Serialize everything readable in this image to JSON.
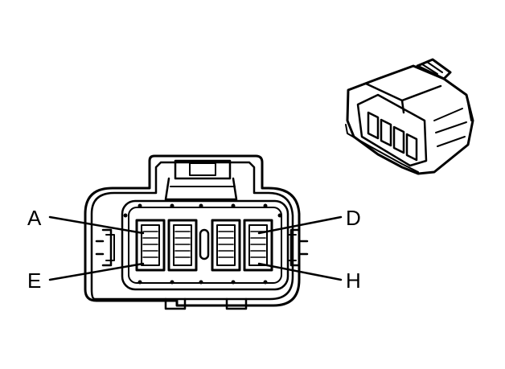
{
  "labels": {
    "a": "A",
    "d": "D",
    "e": "E",
    "h": "H"
  },
  "colors": {
    "line": "#000000",
    "background": "#ffffff"
  }
}
